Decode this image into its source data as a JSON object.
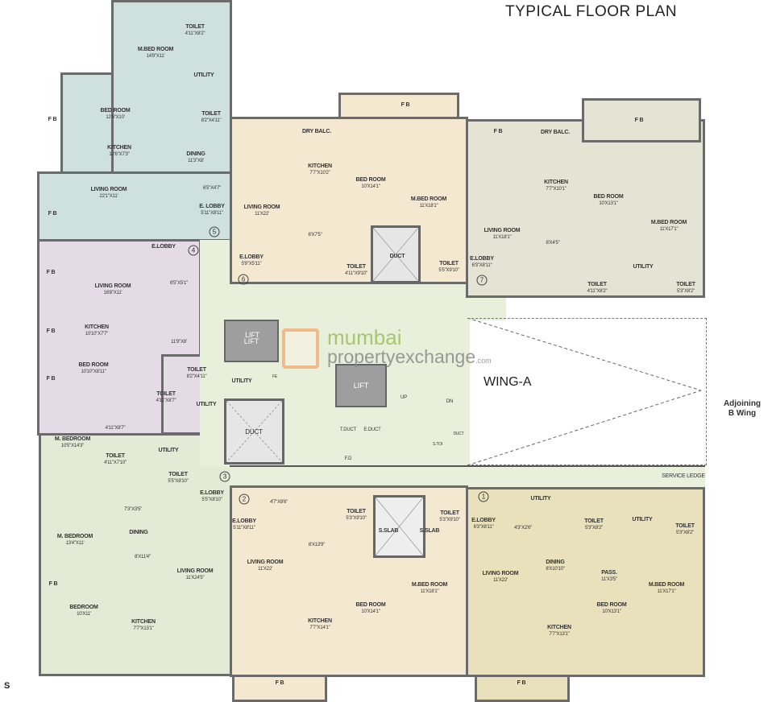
{
  "title": "TYPICAL FLOOR PLAN",
  "wing_label": "WING-A",
  "adjoining_label": [
    "Adjoining",
    "B Wing"
  ],
  "watermark": {
    "line1": "mumbai",
    "line2": "propertyexchange",
    "suffix": ".com"
  },
  "compass": "S",
  "colors": {
    "unit5": "#cfe1de",
    "unit4": "#e4dbe7",
    "unit3": "#e3ead5",
    "corridor": "#e8f0dc",
    "unit6_unit2": "#f4e8d0",
    "unit7": "#e5e3d3",
    "unit1": "#e8e1bb",
    "lift": "#9e9e9e",
    "wall": "#6b6b6b"
  },
  "core": {
    "lift_1": "LIFT",
    "lift_2": "LIFT",
    "duct": "DUCT",
    "t_duct": "T.DUCT",
    "e_duct": "E.DUCT",
    "fd": "F.D",
    "up": "UP",
    "dn": "DN",
    "s_toilet": "S.TOI",
    "duct_small": "DUCT",
    "fe": "FE",
    "service_ledge": "SERVICE LEDGE"
  },
  "flat_numbers": [
    "1",
    "2",
    "3",
    "4",
    "5",
    "6",
    "7"
  ],
  "rooms": [
    {
      "name": "TOILET",
      "size": "4'11\"X8'2\""
    },
    {
      "name": "M.BED ROOM",
      "size": "14'9\"X11'"
    },
    {
      "name": "UTILITY",
      "size": ""
    },
    {
      "name": "BED ROOM",
      "size": "12'6\"X10'"
    },
    {
      "name": "TOILET",
      "size": "8'2\"X4'11\""
    },
    {
      "name": "KITCHEN",
      "size": "12'6\"X7'3\""
    },
    {
      "name": "DINING",
      "size": "11'3\"X8'"
    },
    {
      "name": "LIVING ROOM",
      "size": "22'1\"X11'"
    },
    {
      "name": "",
      "size": "6'5\"X4'7\""
    },
    {
      "name": "E. LOBBY",
      "size": "5'11\"X8'11\""
    },
    {
      "name": "F B",
      "size": ""
    },
    {
      "name": "F B",
      "size": ""
    },
    {
      "name": "E.LOBBY",
      "size": ""
    },
    {
      "name": "LIVING ROOM",
      "size": "16'8\"X11'"
    },
    {
      "name": "",
      "size": "6'5\"X5'1\""
    },
    {
      "name": "KITCHEN",
      "size": "10'10\"X7'7\""
    },
    {
      "name": "",
      "size": "11'9\"X8'"
    },
    {
      "name": "F B",
      "size": ""
    },
    {
      "name": "F B",
      "size": ""
    },
    {
      "name": "F B",
      "size": ""
    },
    {
      "name": "BED ROOM",
      "size": "10'10\"X8'11\""
    },
    {
      "name": "TOILET",
      "size": "8'2\"X4'11\""
    },
    {
      "name": "UTILITY",
      "size": ""
    },
    {
      "name": "TOILET",
      "size": "4'11\"X8'7\""
    },
    {
      "name": "UTILITY",
      "size": ""
    },
    {
      "name": "",
      "size": "4'11\"X8'7\""
    },
    {
      "name": "M. BEDROOM",
      "size": "10'5\"X14'3\""
    },
    {
      "name": "TOILET",
      "size": "4'11\"X7'10\""
    },
    {
      "name": "UTILITY",
      "size": ""
    },
    {
      "name": "TOILET",
      "size": "5'5\"X8'10\""
    },
    {
      "name": "E.LOBBY",
      "size": "5'5\"X8'10\""
    },
    {
      "name": "",
      "size": "7'3\"X3'5\""
    },
    {
      "name": "DINING",
      "size": ""
    },
    {
      "name": "M. BEDROOM",
      "size": "13'4\"X11'"
    },
    {
      "name": "",
      "size": "8'X11'4\""
    },
    {
      "name": "LIVING ROOM",
      "size": "11'X24'5\""
    },
    {
      "name": "BEDROOM",
      "size": "10'X11'"
    },
    {
      "name": "KITCHEN",
      "size": "7'7\"X13'1\""
    },
    {
      "name": "F B",
      "size": ""
    },
    {
      "name": "F B",
      "size": ""
    },
    {
      "name": "DRY BALC.",
      "size": ""
    },
    {
      "name": "KITCHEN",
      "size": "7'7\"X10'2\""
    },
    {
      "name": "BED ROOM",
      "size": "10'X14'1\""
    },
    {
      "name": "M.BED ROOM",
      "size": "11'X18'1\""
    },
    {
      "name": "LIVING ROOM",
      "size": "11'X22'"
    },
    {
      "name": "",
      "size": "8'X7'5\""
    },
    {
      "name": "DUCT",
      "size": ""
    },
    {
      "name": "TOILET",
      "size": "4'11\"X9'10\""
    },
    {
      "name": "TOILET",
      "size": "5'5\"X9'10\""
    },
    {
      "name": "E.LOBBY",
      "size": "5'9\"X5'11\""
    },
    {
      "name": "F B",
      "size": ""
    },
    {
      "name": "DRY BALC.",
      "size": ""
    },
    {
      "name": "F B",
      "size": ""
    },
    {
      "name": "KITCHEN",
      "size": "7'7\"X10'1\""
    },
    {
      "name": "BED ROOM",
      "size": "10'X13'1\""
    },
    {
      "name": "M.BED ROOM",
      "size": "11'X17'1\""
    },
    {
      "name": "LIVING ROOM",
      "size": "11'X18'1\""
    },
    {
      "name": "",
      "size": "8'X4'5\""
    },
    {
      "name": "E.LOBBY",
      "size": "6'3\"X8'11\""
    },
    {
      "name": "UTILITY",
      "size": ""
    },
    {
      "name": "TOILET",
      "size": "4'11\"X8'2\""
    },
    {
      "name": "TOILET",
      "size": "5'3\"X8'2\""
    },
    {
      "name": "E.LOBBY",
      "size": "5'11\"X8'11\""
    },
    {
      "name": "",
      "size": "4'7\"X8'6\""
    },
    {
      "name": "",
      "size": "8'X13'9\""
    },
    {
      "name": "LIVING ROOM",
      "size": "11'X22'"
    },
    {
      "name": "TOILET",
      "size": "5'3\"X9'10\""
    },
    {
      "name": "S.SLAB",
      "size": ""
    },
    {
      "name": "S.SLAB",
      "size": ""
    },
    {
      "name": "TOILET",
      "size": "5'3\"X9'10\""
    },
    {
      "name": "M.BED ROOM",
      "size": "11'X18'1\""
    },
    {
      "name": "BED ROOM",
      "size": "10'X14'1\""
    },
    {
      "name": "KITCHEN",
      "size": "7'7\"X14'1\""
    },
    {
      "name": "F B",
      "size": ""
    },
    {
      "name": "E.LOBBY",
      "size": "6'3\"X8'11\""
    },
    {
      "name": "UTILITY",
      "size": ""
    },
    {
      "name": "",
      "size": "4'3\"X2'6\""
    },
    {
      "name": "TOILET",
      "size": "5'3\"X8'2\""
    },
    {
      "name": "UTILITY",
      "size": ""
    },
    {
      "name": "TOILET",
      "size": "5'3\"X8'2\""
    },
    {
      "name": "DINING",
      "size": "8'X10'10\""
    },
    {
      "name": "LIVING ROOM",
      "size": "11'X22'"
    },
    {
      "name": "PASS.",
      "size": "11'X3'5\""
    },
    {
      "name": "M.BED ROOM",
      "size": "11'X17'1\""
    },
    {
      "name": "BED ROOM",
      "size": "10'X13'1\""
    },
    {
      "name": "KITCHEN",
      "size": "7'7\"X13'1\""
    },
    {
      "name": "F B",
      "size": ""
    }
  ]
}
